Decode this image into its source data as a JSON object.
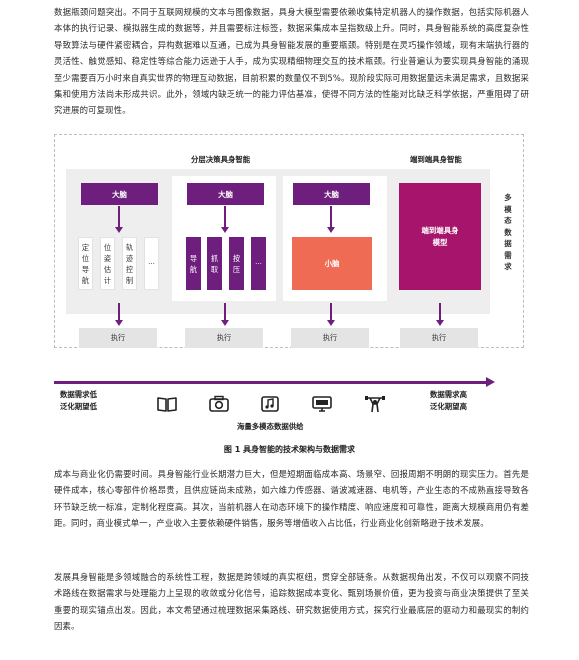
{
  "paragraphs": {
    "p1": "数据瓶颈问题突出。不同于互联网规模的文本与图像数据，具身大模型需要依赖收集特定机器人的操作数据，包括实际机器人本体的执行记录、模拟器生成的数据等，并且需要标注标签，数据采集成本呈指数级上升。同时，具身智能系统的高度复杂性导致算法与硬件紧密耦合，异构数据难以互通，已成为具身智能发展的重要瓶颈。特别是在灵巧操作领域，现有末端执行器的灵活性、触觉感知、稳定性等综合能力远逊于人手，成为实现精细物理交互的技术瓶颈。行业普遍认为要实现具身智能的涌现至少需要百万小时来自真实世界的物理互动数据，目前积累的数量仅不到5%。现阶段实际可用数据量远未满足需求，且数据采集和使用方法尚未形成共识。此外，领域内缺乏统一的能力评估基准，使得不同方法的性能对比缺乏科学依据，严重阻碍了研究进展的可复现性。",
    "p2": "成本与商业化仍需要时间。具身智能行业长期潜力巨大，但是短期面临成本高、场景窄、回报周期不明朗的现实压力。首先是硬件成本，核心零部件价格昂贵，且供应链尚未成熟，如六维力传感器、谐波减速器、电机等，产业生态的不成熟直接导致各环节缺乏统一标准，定制化程度高。其次，当前机器人在动态环境下的操作精度、响应速度和可靠性，距离大规模商用仍有差距。同时，商业模式单一，产业收入主要依赖硬件销售，服务等增值收入占比低，行业商业化创新略逊于技术发展。",
    "p3": "发展具身智能是多领域融合的系统性工程，数据是跨领域的真实枢纽，贯穿全部链条。从数据视角出发，不仅可以观察不同技术路线在数据需求与处理能力上呈现的收敛或分化信号，追踪数据成本变化、甄别场景价值，更为投资与商业决策提供了至关重要的现实锚点出发。因此，本文希望通过梳理数据采集路线、研究数据使用方式，探究行业最底层的驱动力和最现实的制约因素。"
  },
  "diagram": {
    "section_hierarchical": "分层决策具身智能",
    "section_end_to_end": "端到端具身智能",
    "brain_label": "大脑",
    "small_brain_label": "小脑",
    "end_to_end_model_label": "端到端具身模型",
    "execute_label": "执行",
    "col1_modules": [
      "定位导航",
      "位姿估计",
      "轨迹控制",
      "···"
    ],
    "col2_modules": [
      "导航",
      "抓取",
      "按压",
      "···"
    ],
    "side_label": "多模态数据需求"
  },
  "axis": {
    "left_label_1": "数据需求低",
    "left_label_2": "泛化期望低",
    "right_label_1": "数据需求高",
    "right_label_2": "泛化期望高",
    "center_label": "海量多模态数据供给",
    "icons": [
      "book-icon",
      "camera-icon",
      "music-tablet-icon",
      "monitor-icon",
      "weightlifter-icon"
    ]
  },
  "caption": "图 1  具身智能的技术架构与数据需求",
  "colors": {
    "accent_purple": "#6e1f7d",
    "magenta": "#a6156b",
    "coral": "#f06b54",
    "panel_gray": "#eeeeee"
  }
}
